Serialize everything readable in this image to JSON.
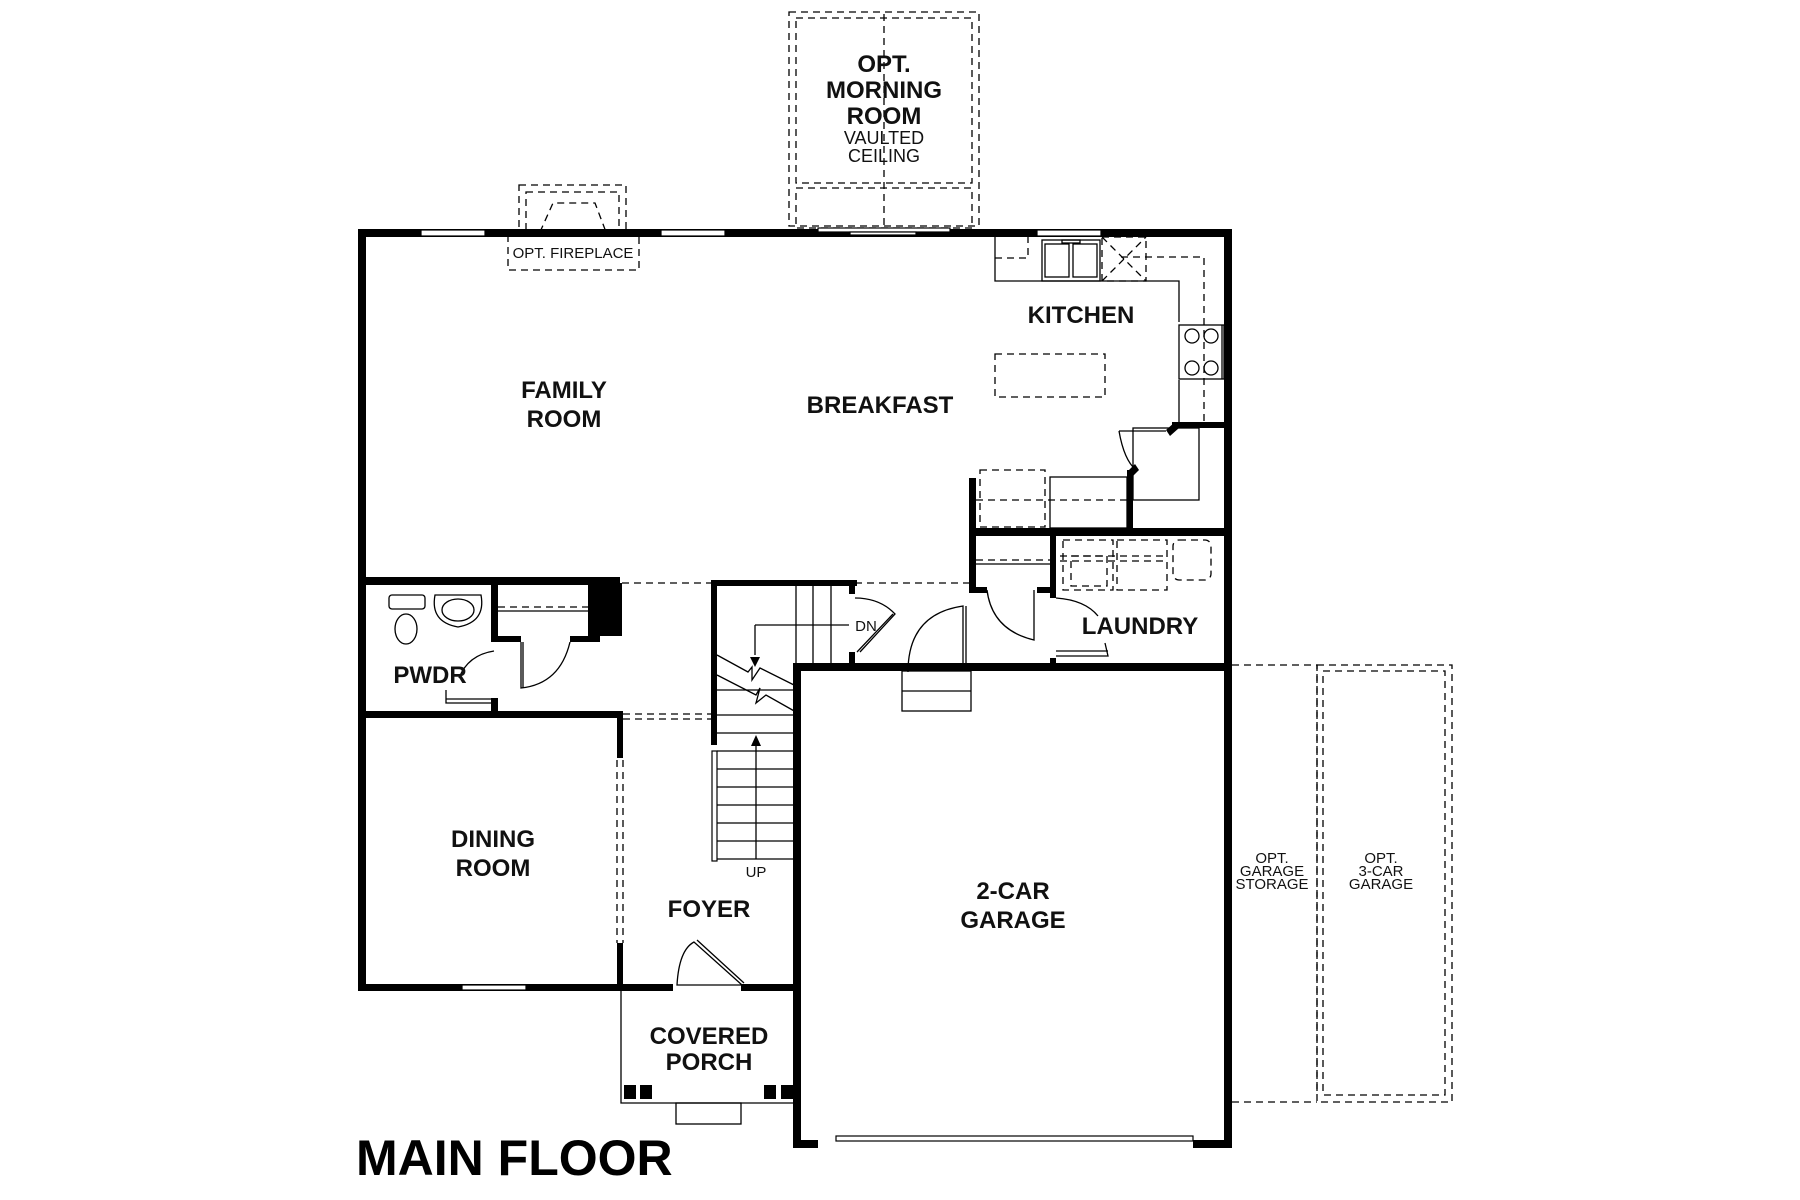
{
  "plan": {
    "title": "MAIN FLOOR",
    "colors": {
      "wall": "#000000",
      "background": "#ffffff",
      "text": "#111111"
    }
  },
  "rooms": {
    "morning_room": {
      "line1": "OPT.",
      "line2": "MORNING",
      "line3": "ROOM",
      "note1": "VAULTED",
      "note2": "CEILING"
    },
    "fireplace": {
      "label": "OPT. FIREPLACE"
    },
    "family_room": {
      "line1": "FAMILY",
      "line2": "ROOM"
    },
    "breakfast": {
      "label": "BREAKFAST"
    },
    "kitchen": {
      "label": "KITCHEN"
    },
    "laundry": {
      "label": "LAUNDRY"
    },
    "pwdr": {
      "label": "PWDR"
    },
    "dining_room": {
      "line1": "DINING",
      "line2": "ROOM"
    },
    "foyer": {
      "label": "FOYER"
    },
    "covered_porch": {
      "line1": "COVERED",
      "line2": "PORCH"
    },
    "garage": {
      "line1": "2-CAR",
      "line2": "GARAGE"
    },
    "garage_storage": {
      "line1": "OPT.",
      "line2": "GARAGE",
      "line3": "STORAGE"
    },
    "three_car_garage": {
      "line1": "OPT.",
      "line2": "3-CAR",
      "line3": "GARAGE"
    }
  },
  "stairs": {
    "up_label": "UP",
    "down_label": "DN"
  }
}
